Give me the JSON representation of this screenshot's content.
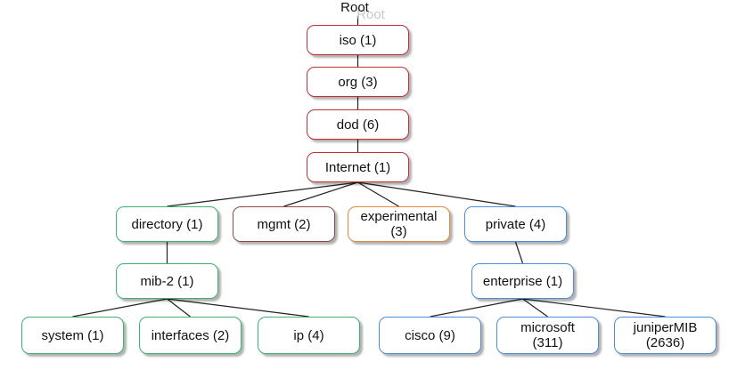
{
  "diagram": {
    "root_label": "Root",
    "root_ghost_label": "Root",
    "nodes": {
      "iso": "iso (1)",
      "org": "org (3)",
      "dod": "dod (6)",
      "internet": "Internet (1)",
      "directory": "directory (1)",
      "mgmt": "mgmt (2)",
      "experimental": "experimental\n(3)",
      "private": "private (4)",
      "mib2": "mib-2 (1)",
      "enterprise": "enterprise (1)",
      "system": "system (1)",
      "interfaces": "interfaces (2)",
      "ip": "ip (4)",
      "cisco": "cisco (9)",
      "microsoft": "microsoft\n(311)",
      "juniper": "juniperMIB\n(2636)"
    },
    "edges": [
      [
        "iso",
        "org"
      ],
      [
        "org",
        "dod"
      ],
      [
        "dod",
        "internet"
      ],
      [
        "internet",
        "directory"
      ],
      [
        "internet",
        "mgmt"
      ],
      [
        "internet",
        "experimental"
      ],
      [
        "internet",
        "private"
      ],
      [
        "directory",
        "mib2"
      ],
      [
        "private",
        "enterprise"
      ],
      [
        "mib2",
        "system"
      ],
      [
        "mib2",
        "interfaces"
      ],
      [
        "mib2",
        "ip"
      ],
      [
        "enterprise",
        "cisco"
      ],
      [
        "enterprise",
        "microsoft"
      ],
      [
        "enterprise",
        "juniper"
      ]
    ],
    "colors": {
      "red": "#c0303a",
      "green": "#3cb46e",
      "brown": "#8c4a46",
      "orange": "#e08a3c",
      "blue": "#4a8fd8"
    }
  }
}
